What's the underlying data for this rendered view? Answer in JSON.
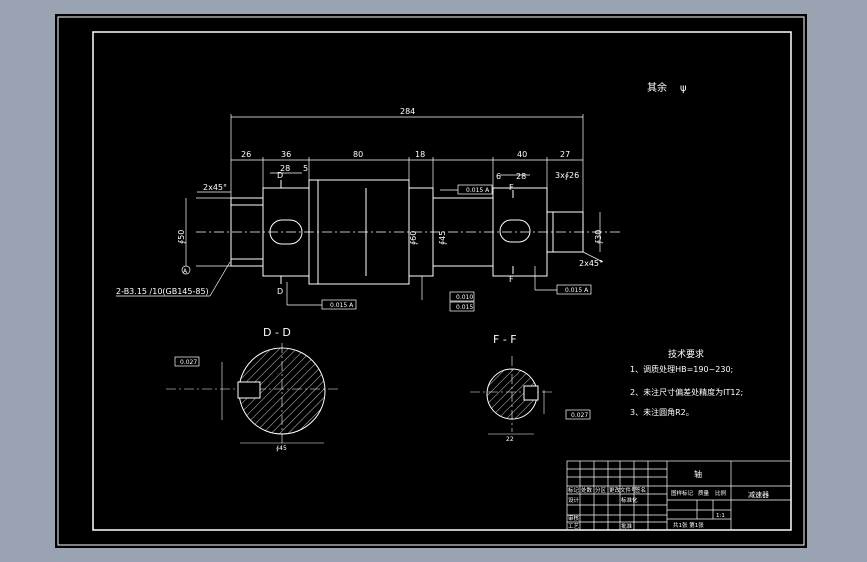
{
  "colors": {
    "outer": "#9aa3b2",
    "canvas": "#000000",
    "line": "#ffffff",
    "accent": "#ff3333"
  },
  "header": {
    "rough_note": "其余",
    "rough_symbol": "ψ"
  },
  "dims": {
    "total": "284",
    "seg1": "26",
    "seg2": "36",
    "seg3": "80",
    "seg4": "18",
    "seg5": "40",
    "seg6": "27",
    "key1": "28",
    "key1b": "5",
    "key2": "28",
    "key2b": "6",
    "chamfer_left": "2x45°",
    "chamfer_right": "2x45°",
    "right_end": "3x∮26",
    "dia_left": "∮50",
    "dia_mid1": "∮60",
    "dia_mid2": "∮45",
    "dia_right": "∮30",
    "spline": "2-B3.15 /10(GB145-85)",
    "tol1": "0.015 A",
    "tol2": "0.015 A",
    "tol3": "0.015 A",
    "tol4a": "0.010",
    "tol4b": "0.015",
    "sec_d_tol": "0.027",
    "sec_f_tol": "0.027",
    "sec_d_dim": "∮45",
    "sec_f_dim": "22"
  },
  "labels": {
    "d_top": "D",
    "d_bottom": "D",
    "f_top": "F",
    "f_bottom": "F",
    "circle_a": "A"
  },
  "sections": {
    "d_title": "D - D",
    "f_title": "F - F"
  },
  "notes": {
    "title": "技术要求",
    "items": [
      "1、调质处理HB=190~230;",
      "2、未注尺寸偏差处精度为IT12;",
      "3、未注圆角R2。"
    ]
  },
  "title_block": {
    "part_name": "轴",
    "drawing_name": "减速器",
    "scale_label": "比例",
    "scale_value": "1:1",
    "weight_label": "质量",
    "stage_label": "图样标记",
    "sheets": "共1张  第1张",
    "row_labels": [
      "标记",
      "处数",
      "分区",
      "更改文件号",
      "签名"
    ],
    "design": "设计",
    "standard": "标准化",
    "review": "审核",
    "process": "工艺",
    "approve": "批准"
  }
}
